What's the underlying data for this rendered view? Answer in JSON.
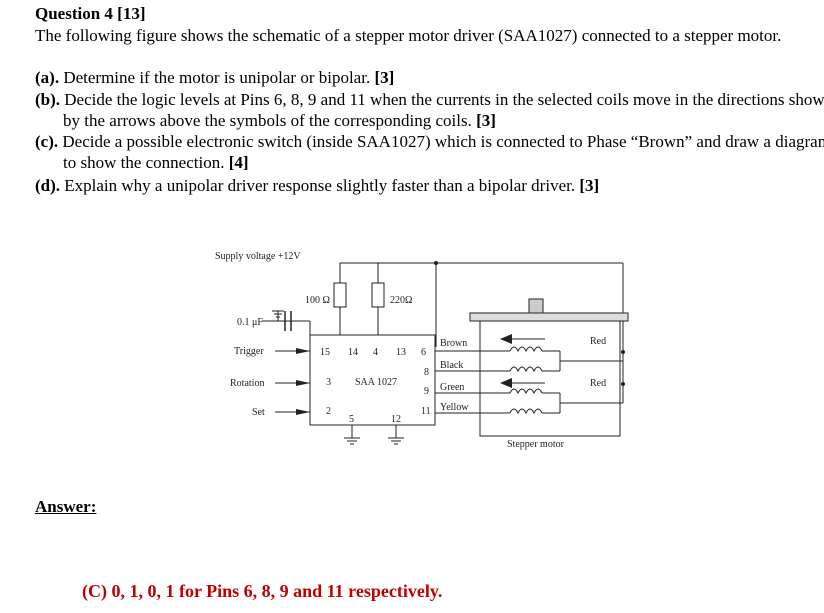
{
  "question": {
    "title": "Question 4 [13]",
    "intro": "The following figure shows the schematic of a stepper motor driver (SAA1027) connected to a stepper motor.",
    "parts": [
      {
        "label": "(a).",
        "text": "Determine if the motor is unipolar or bipolar.",
        "marks": "[3]"
      },
      {
        "label": "(b).",
        "text": "Decide the logic levels at Pins 6, 8, 9 and 11 when the currents in the selected coils move in the directions shown by the arrows above the symbols of the corresponding coils.",
        "marks": "[3]"
      },
      {
        "label": "(c).",
        "text": "Decide a possible electronic switch (inside SAA1027) which is connected to Phase “Brown” and draw a diagram to show the connection.",
        "marks": "[4]"
      },
      {
        "label": "(d).",
        "text": "Explain why a unipolar driver response slightly faster than a bipolar driver.",
        "marks": "[3]"
      }
    ]
  },
  "schematic": {
    "supply_label": "Supply voltage +12V",
    "r1_label": "100 Ω",
    "r2_label": "220Ω",
    "cap_label": "0.1 μF",
    "trigger_label": "Trigger",
    "rotation_label": "Rotation",
    "set_label": "Set",
    "ic_label": "SAA 1027",
    "pins": {
      "p15": "15",
      "p14": "14",
      "p4": "4",
      "p13": "13",
      "p6": "6",
      "p8": "8",
      "p9": "9",
      "p11": "11",
      "p3": "3",
      "p2": "2",
      "p5": "5",
      "p12": "12"
    },
    "wires": {
      "brown": "Brown",
      "black": "Black",
      "green": "Green",
      "yellow": "Yellow"
    },
    "red1": "Red",
    "red2": "Red",
    "motor_label": "Stepper motor"
  },
  "answer": {
    "label": "Answer:",
    "text": "(C)  0,  1, 0, 1   for Pins 6, 8, 9 and 11 respectively."
  }
}
